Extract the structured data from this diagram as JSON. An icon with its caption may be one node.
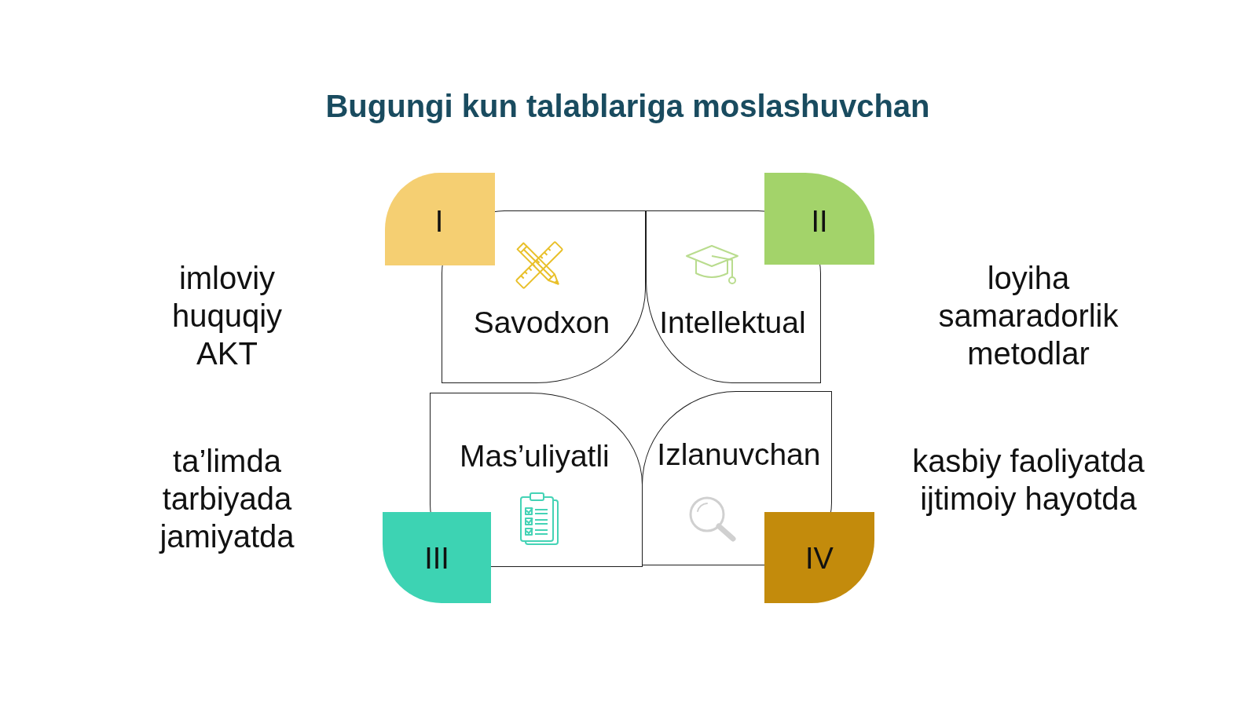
{
  "diagram": {
    "title": "Bugungi kun talablariga moslashuvchan",
    "nodes": [
      {
        "text": [
          "I"
        ]
      },
      {
        "text": [
          "II"
        ]
      },
      {
        "text": [
          "Savodxon"
        ]
      },
      {
        "text": [
          "Intellektual"
        ]
      },
      {
        "text": [
          "Mas’uliyatli"
        ]
      },
      {
        "text": [
          "Izlanuvchan"
        ]
      },
      {
        "text": [
          "III"
        ]
      },
      {
        "text": [
          "IV"
        ]
      }
    ],
    "labels": [
      "imloviy huquqiy AKT",
      "loyiha samaradorlik metodlar",
      "ta’limda tarbiyada jamiyatda",
      "kasbiy faoliyatda ijtimoiy hayotda"
    ]
  }
}
